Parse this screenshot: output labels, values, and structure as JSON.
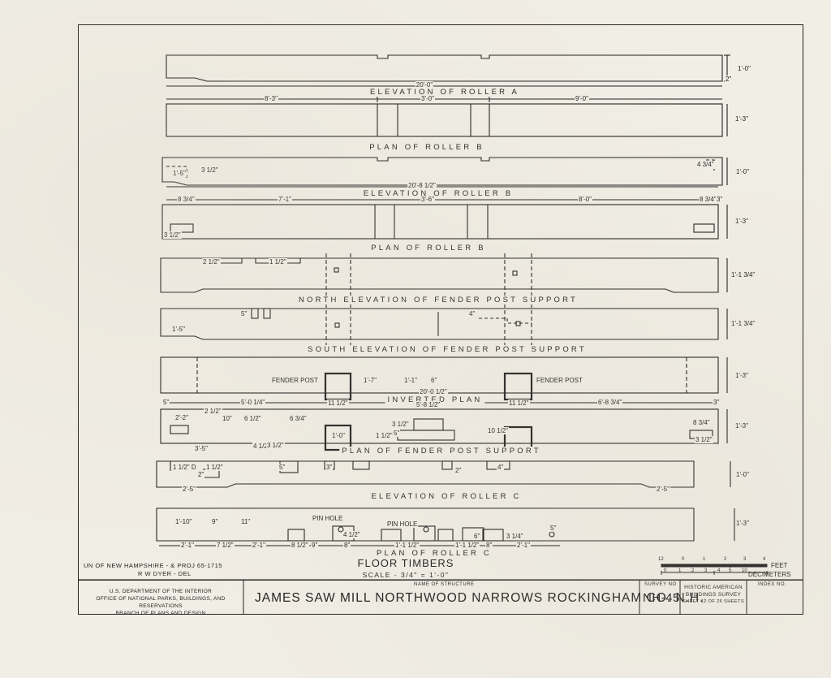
{
  "drawing": {
    "title": "FLOOR TIMBERS",
    "scale": "SCALE - 3/4\" = 1'-0\"",
    "credit_line1": "UN OF NEW HAMPSHIRE - & PROJ 65-1715",
    "credit_line2": "R W DYER - DEL"
  },
  "sections": [
    {
      "label": "ELEVATION OF ROLLER A",
      "dims": {
        "overall": "20'-0\"",
        "left": "8'-3\"",
        "mid": "3'-0\"",
        "right": "9'-0\"",
        "height": "1'-0\"",
        "notch": "2\""
      }
    },
    {
      "label": "PLAN OF ROLLER B",
      "dims": {
        "height": "1'-3\""
      }
    },
    {
      "label": "ELEVATION OF ROLLER B",
      "dims": {
        "overall": "20'-8 1/2\"",
        "end_left": "8 3/4\"",
        "left": "7'-1\"",
        "mid": "3'-6\"",
        "right": "8'-0\"",
        "end_right": "8 3/4\"",
        "right_edge": "3\"",
        "height": "1'-0\"",
        "notch_len": "1'-5\"",
        "notch_h": "3 1/2\"",
        "end_notch": "4 3/4\""
      }
    },
    {
      "label": "PLAN OF ROLLER B",
      "dims": {
        "height": "1'-3\"",
        "corner": "3 1/2\""
      }
    },
    {
      "label": "NORTH ELEVATION OF FENDER POST SUPPORT",
      "dims": {
        "height": "1'-1 3/4\"",
        "a": "2 1/2\"",
        "b": "1 1/2\""
      }
    },
    {
      "label": "SOUTH ELEVATION OF FENDER POST SUPPORT",
      "dims": {
        "height": "1'-1 3/4\"",
        "a": "5\"",
        "b": "1'-5\"",
        "c": "4\""
      }
    },
    {
      "label": "INVERTED PLAN",
      "dims": {
        "overall": "20'-0 1/2\"",
        "height": "1'-3\"",
        "post_left": "FENDER POST",
        "post_right": "FENDER POST",
        "a": "1'-7\"",
        "b": "1'-1\"",
        "c": "6\"",
        "w1": "11 1/2\"",
        "w2": "11 1/2\"",
        "mid": "5'-8 1/2\"",
        "left": "5'-0 1/4\"",
        "right": "6'-8 3/4\"",
        "edge_l": "5\"",
        "edge_r": "3\""
      }
    },
    {
      "label": "PLAN OF FENDER POST SUPPORT",
      "dims": {
        "height": "1'-3\"",
        "a": "2'-2\"",
        "b": "2 1/2\"",
        "c": "10\"",
        "d": "6 1/2\"",
        "e": "6 3/4\"",
        "f": "3 1/2\"",
        "g": "3'-5\"",
        "h": "4 1/2\"",
        "i": "1'-0\"",
        "j": "8 3/4\"",
        "k": "3 1/2\"",
        "l": "10 1/2\"",
        "m": "1 1/2\"",
        "n": "5\"",
        "o": "3 1/2\""
      }
    },
    {
      "label": "ELEVATION OF ROLLER C",
      "dims": {
        "height": "1'-0\"",
        "a": "1 1/2\" D",
        "b": "1 1/2\"",
        "c": "2'-5\"",
        "d": "2\"",
        "e": "4\"",
        "f": "5\"",
        "g": "3\"",
        "h": "2'-5\"",
        "i": "2\""
      }
    },
    {
      "label": "PLAN OF ROLLER C",
      "dims": {
        "height": "1'-3\"",
        "pin1": "PIN HOLE",
        "pin2": "PIN HOLE",
        "a": "1'-10\"",
        "b": "9\"",
        "c": "11\"",
        "d": "2'-1\"",
        "e": "7 1/2\"",
        "f": "2'-1\"",
        "g": "8 1/2\"",
        "h": "9\"",
        "i": "8\"",
        "j": "1'-1 1/2\"",
        "k": "1'-1 1/2\"",
        "l": "8\"",
        "m": "2'-1\"",
        "n": "5\"",
        "o": "4 1/2\"",
        "p": "3 1/4\"",
        "q": "6\""
      }
    }
  ],
  "scale_bar": {
    "feet_label": "FEET",
    "decimeters_label": "DECIMETERS",
    "feet_ticks": [
      "12",
      "0",
      "1",
      "2",
      "3",
      "4"
    ],
    "dm_ticks": [
      "0",
      "1",
      "2",
      "3",
      "4",
      "5",
      "10"
    ]
  },
  "titleblock": {
    "agency1": "U.S. DEPARTMENT OF THE INTERIOR",
    "agency2": "OFFICE OF NATIONAL PARKS, BUILDINGS, AND RESERVATIONS",
    "agency3": "BRANCH OF PLANS AND DESIGN",
    "name_label": "NAME OF STRUCTURE",
    "structure": "JAMES SAW MILL NORTHWOOD NARROWS ROCKINGHAM CO. N.H.",
    "survey_label": "SURVEY NO",
    "survey_no": "NH-45",
    "habs1": "HISTORIC AMERICAN",
    "habs2": "BUILDINGS SURVEY",
    "sheet": "SHEET 12 OF 26 SHEETS",
    "index_label": "INDEX NO."
  }
}
